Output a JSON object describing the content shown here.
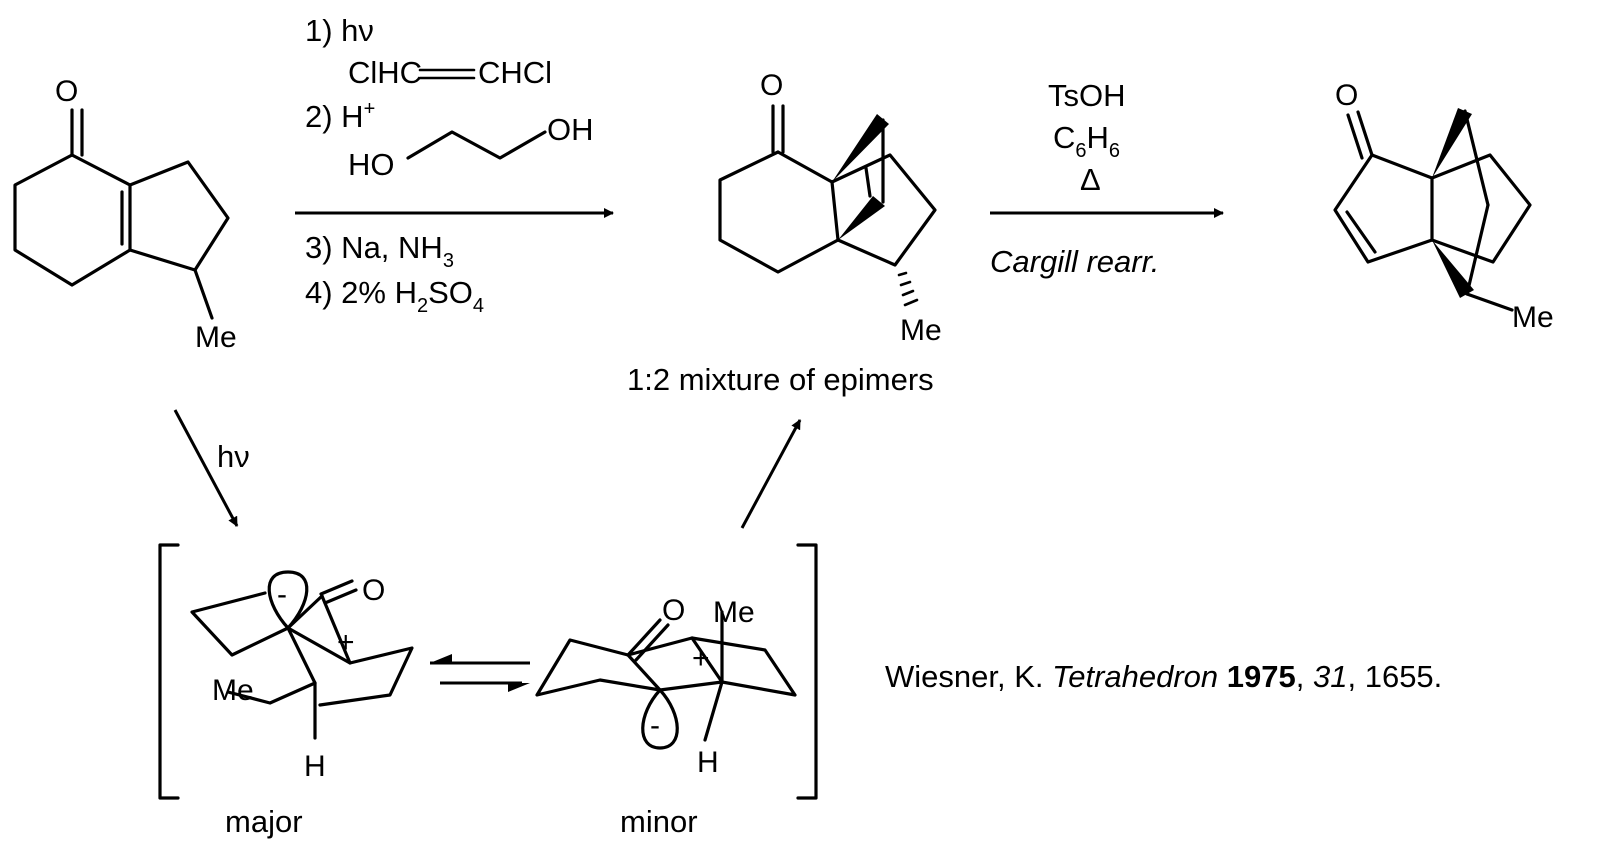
{
  "atoms": {
    "oxygen": "O",
    "methyl": "Me",
    "hydrogen": "H",
    "plus": "+",
    "minus": "-"
  },
  "step1": {
    "c1": "1) hν",
    "c1b": "ClHC",
    "c1c": "CHCl",
    "c2": "2) H",
    "c2_sup": "+",
    "diol_ho": "HO",
    "diol_oh": "OH",
    "c3": "3) Na, NH",
    "c3_sub": "3",
    "c4": "4) 2% H",
    "c4_sub2": "2",
    "c4_so": "SO",
    "c4_sub4": "4"
  },
  "step2": {
    "reagent": "TsOH",
    "solvent_c": "C",
    "solvent_sub6a": "6",
    "solvent_h": "H",
    "solvent_sub6b": "6",
    "heat": "Δ",
    "name": "Cargill rearr."
  },
  "mixture_label": "1:2 mixture of epimers",
  "photo_label": "hν",
  "major_label": "major",
  "minor_label": "minor",
  "reference": {
    "author": "Wiesner, K.",
    "journal": "Tetrahedron",
    "year": "1975",
    "volume": "31",
    "pages": ", 1655."
  }
}
